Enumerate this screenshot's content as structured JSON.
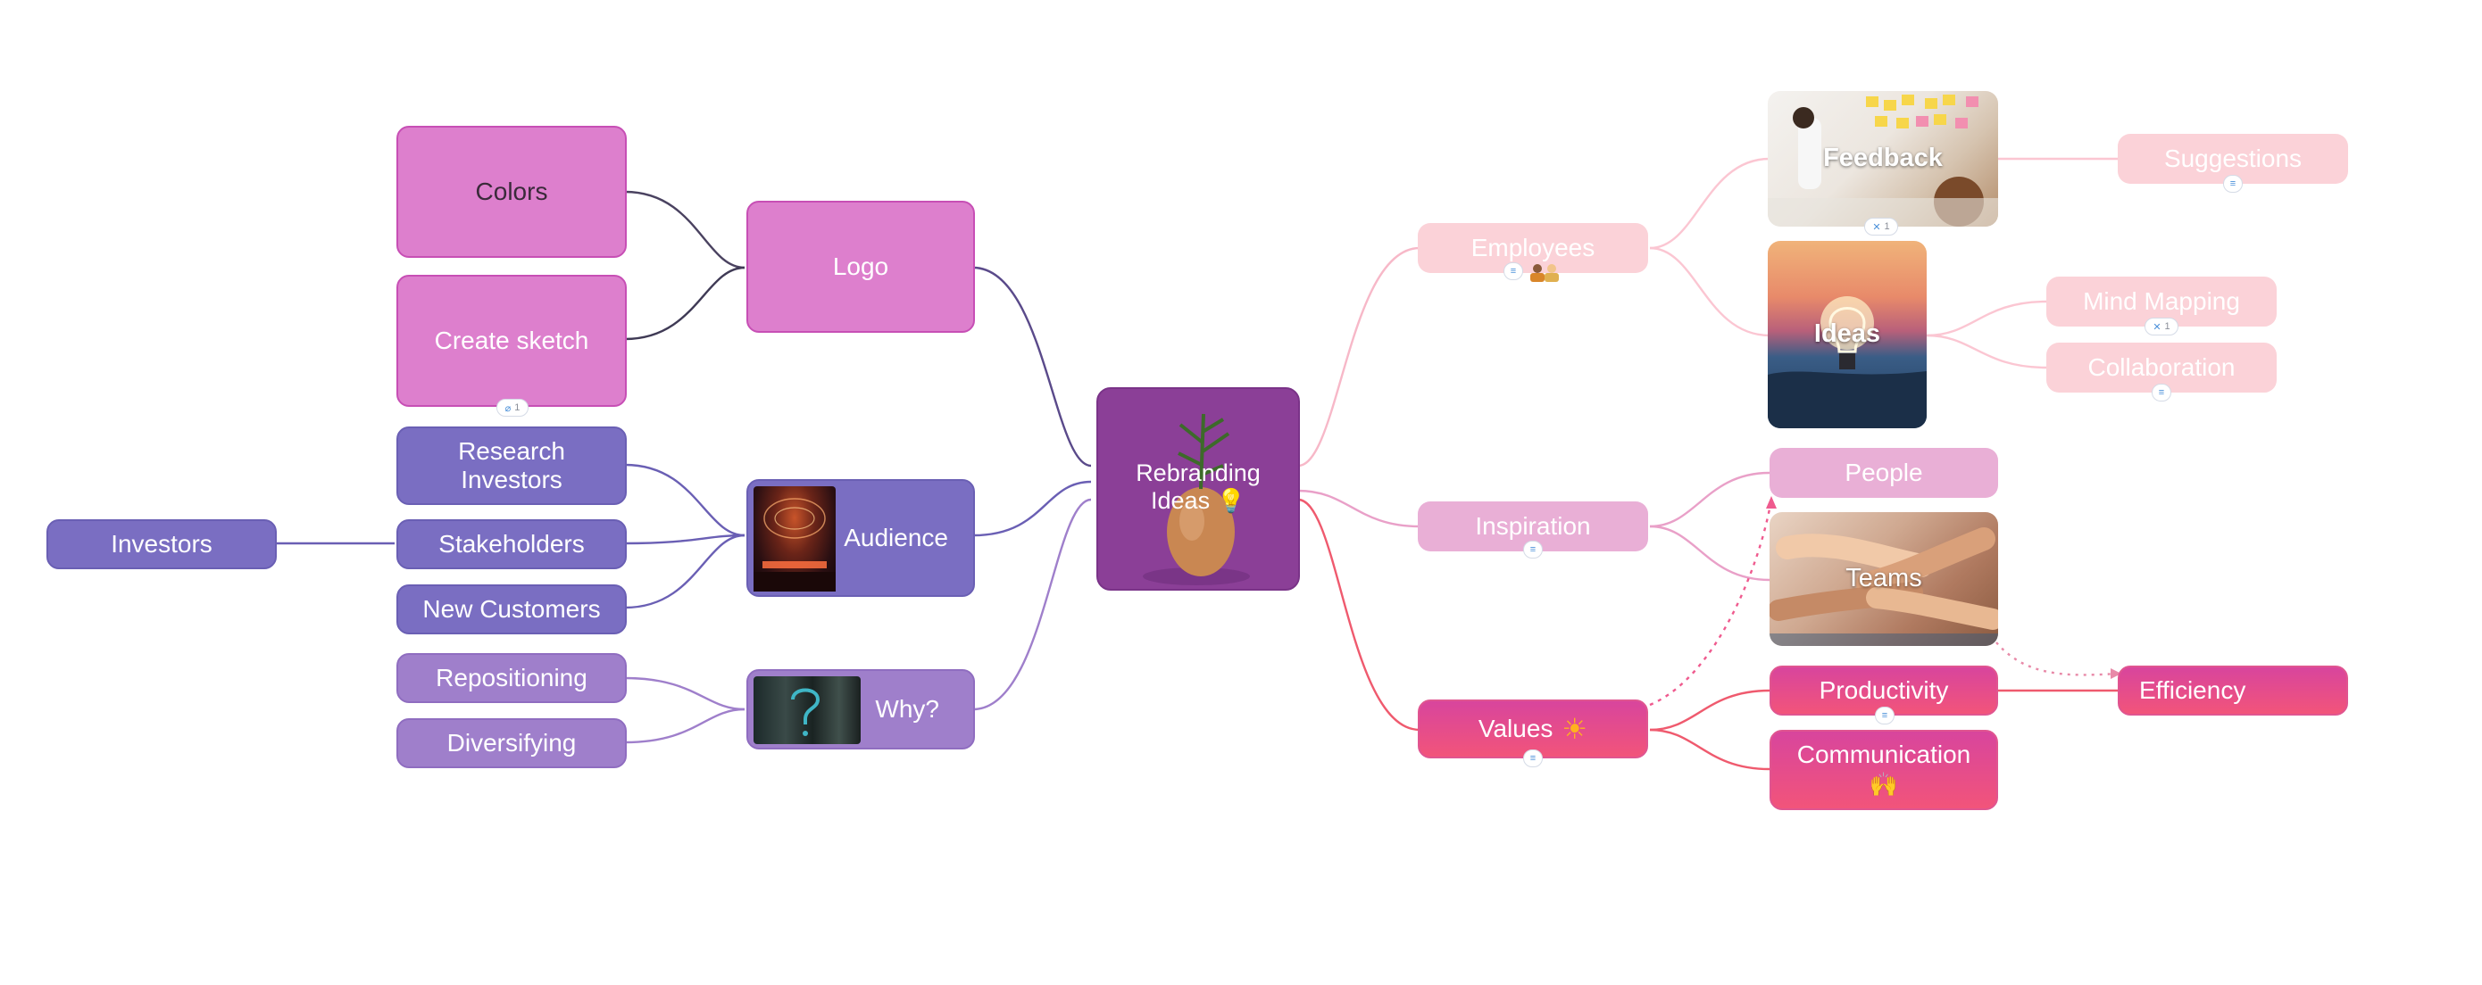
{
  "center": {
    "title": "Rebranding Ideas",
    "emoji": "💡"
  },
  "left": {
    "logo": "Logo",
    "colors": "Colors",
    "create_sketch": "Create sketch",
    "audience": "Audience",
    "research_investors": "Research Investors",
    "stakeholders": "Stakeholders",
    "new_customers": "New Customers",
    "investors": "Investors",
    "why": "Why?",
    "repositioning": "Repositioning",
    "diversifying": "Diversifying"
  },
  "right": {
    "employees": "Employees",
    "feedback": "Feedback",
    "suggestions": "Suggestions",
    "ideas": "Ideas",
    "mind_mapping": "Mind Mapping",
    "collaboration": "Collaboration",
    "inspiration": "Inspiration",
    "people": "People",
    "teams": "Teams",
    "values": "Values",
    "values_emoji": "☀",
    "productivity": "Productivity",
    "efficiency": "Efficiency",
    "communication": "Communication",
    "communication_emoji": "🙌"
  },
  "badges": {
    "attachment_count": "1",
    "feedback_link_count": "1",
    "mind_mapping_link_count": "1"
  },
  "colors": {
    "logo_branch": "#dd7fcd",
    "audience_branch": "#7a6ec2",
    "why_branch": "#9f7fcb",
    "employees_branch": "#fbd2d8",
    "inspiration_branch": "#e9afd6",
    "values_branch": "#ef5a78",
    "center": "#8b3f97"
  }
}
